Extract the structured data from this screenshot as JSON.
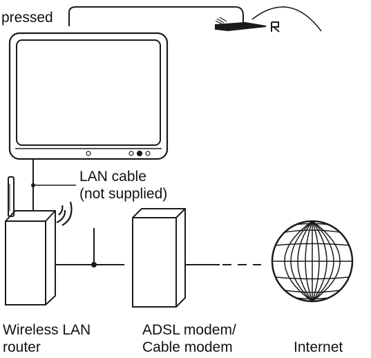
{
  "labels": {
    "pressed": "pressed",
    "lan_cable_line1": "LAN cable",
    "lan_cable_line2": "(not supplied)",
    "router_line1": "Wireless LAN",
    "router_line2": "router",
    "modem_line1": "ADSL modem/",
    "modem_line2": "Cable modem",
    "internet": "Internet"
  }
}
